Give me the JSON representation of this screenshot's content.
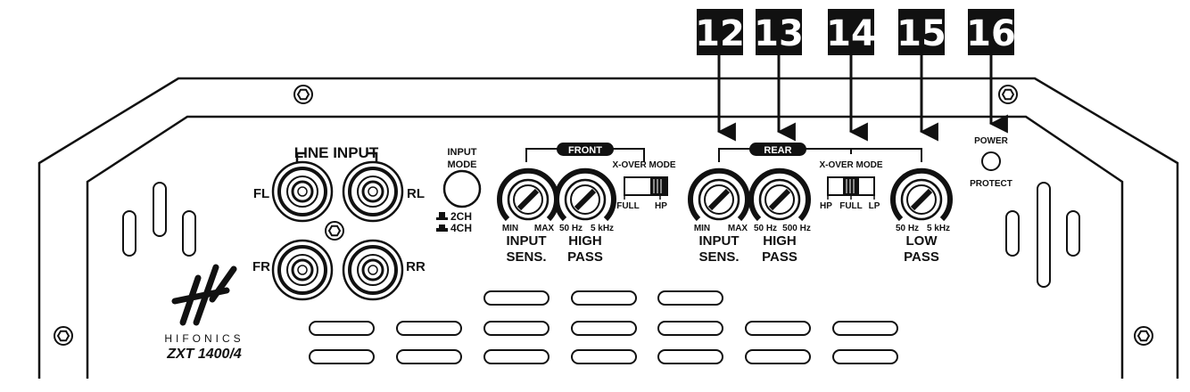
{
  "callouts": [
    "12",
    "13",
    "14",
    "15",
    "16"
  ],
  "line_input": {
    "title": "LINE INPUT",
    "jacks": [
      "FL",
      "RL",
      "FR",
      "RR"
    ]
  },
  "input_mode": {
    "title_line1": "INPUT",
    "title_line2": "MODE",
    "option_2ch": "2CH",
    "option_4ch": "4CH"
  },
  "front": {
    "label": "FRONT",
    "xover_title": "X-OVER MODE",
    "xover_full": "FULL",
    "xover_hp": "HP",
    "sens_min": "MIN",
    "sens_max": "MAX",
    "sens_label1": "INPUT",
    "sens_label2": "SENS.",
    "hp_low": "50 Hz",
    "hp_high": "5 kHz",
    "hp_label1": "HIGH",
    "hp_label2": "PASS"
  },
  "rear": {
    "label": "REAR",
    "xover_title": "X-OVER MODE",
    "xover_hp": "HP",
    "xover_full": "FULL",
    "xover_lp": "LP",
    "sens_min": "MIN",
    "sens_max": "MAX",
    "sens_label1": "INPUT",
    "sens_label2": "SENS.",
    "hp_low": "50 Hz",
    "hp_high": "500 Hz",
    "hp_label1": "HIGH",
    "hp_label2": "PASS",
    "lp_low": "50 Hz",
    "lp_high": "5 kHz",
    "lp_label1": "LOW",
    "lp_label2": "PASS"
  },
  "led": {
    "power": "POWER",
    "protect": "PROTECT"
  },
  "brand": {
    "name": "HIFONICS",
    "model": "ZXT 1400/4"
  }
}
